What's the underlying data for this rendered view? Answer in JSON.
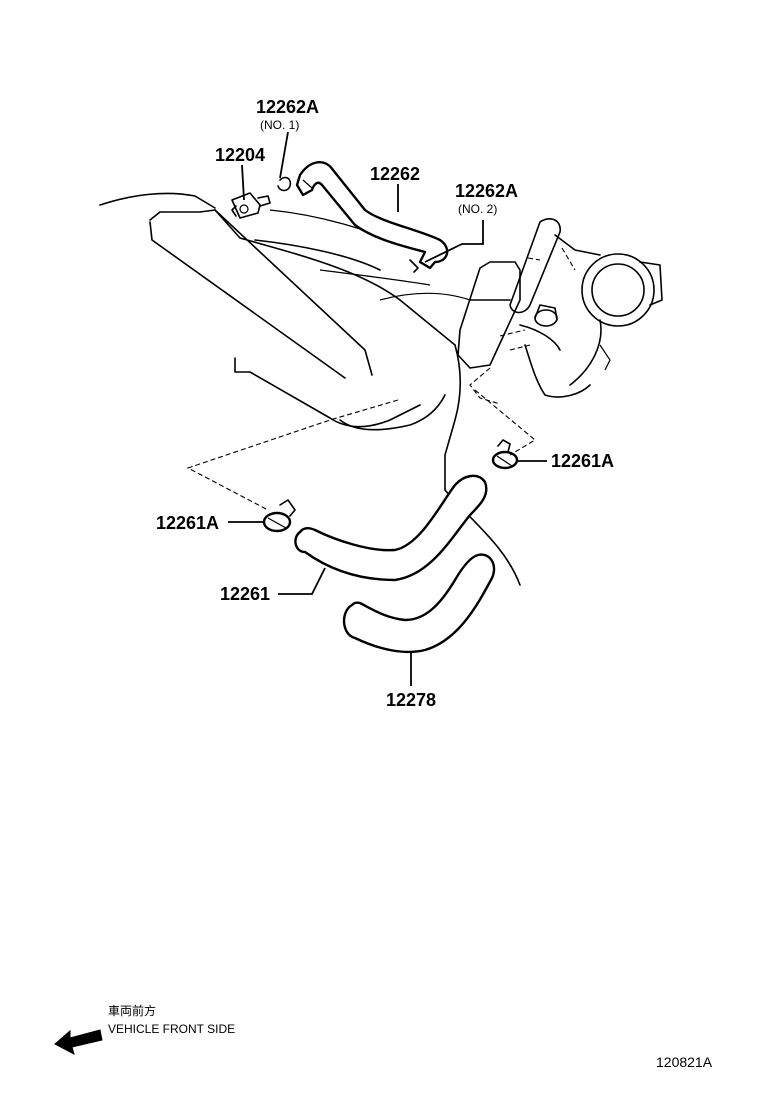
{
  "parts": {
    "p1_num": "12262A",
    "p1_note": "(NO. 1)",
    "p2_num": "12204",
    "p3_num": "12262",
    "p4_num": "12262A",
    "p4_note": "(NO. 2)",
    "p5_num": "12261A",
    "p6_num": "12261A",
    "p7_num": "12261",
    "p8_num": "12278"
  },
  "direction": {
    "label_jp": "車両前方",
    "label_en": "VEHICLE FRONT SIDE"
  },
  "ref_code": "120821A"
}
